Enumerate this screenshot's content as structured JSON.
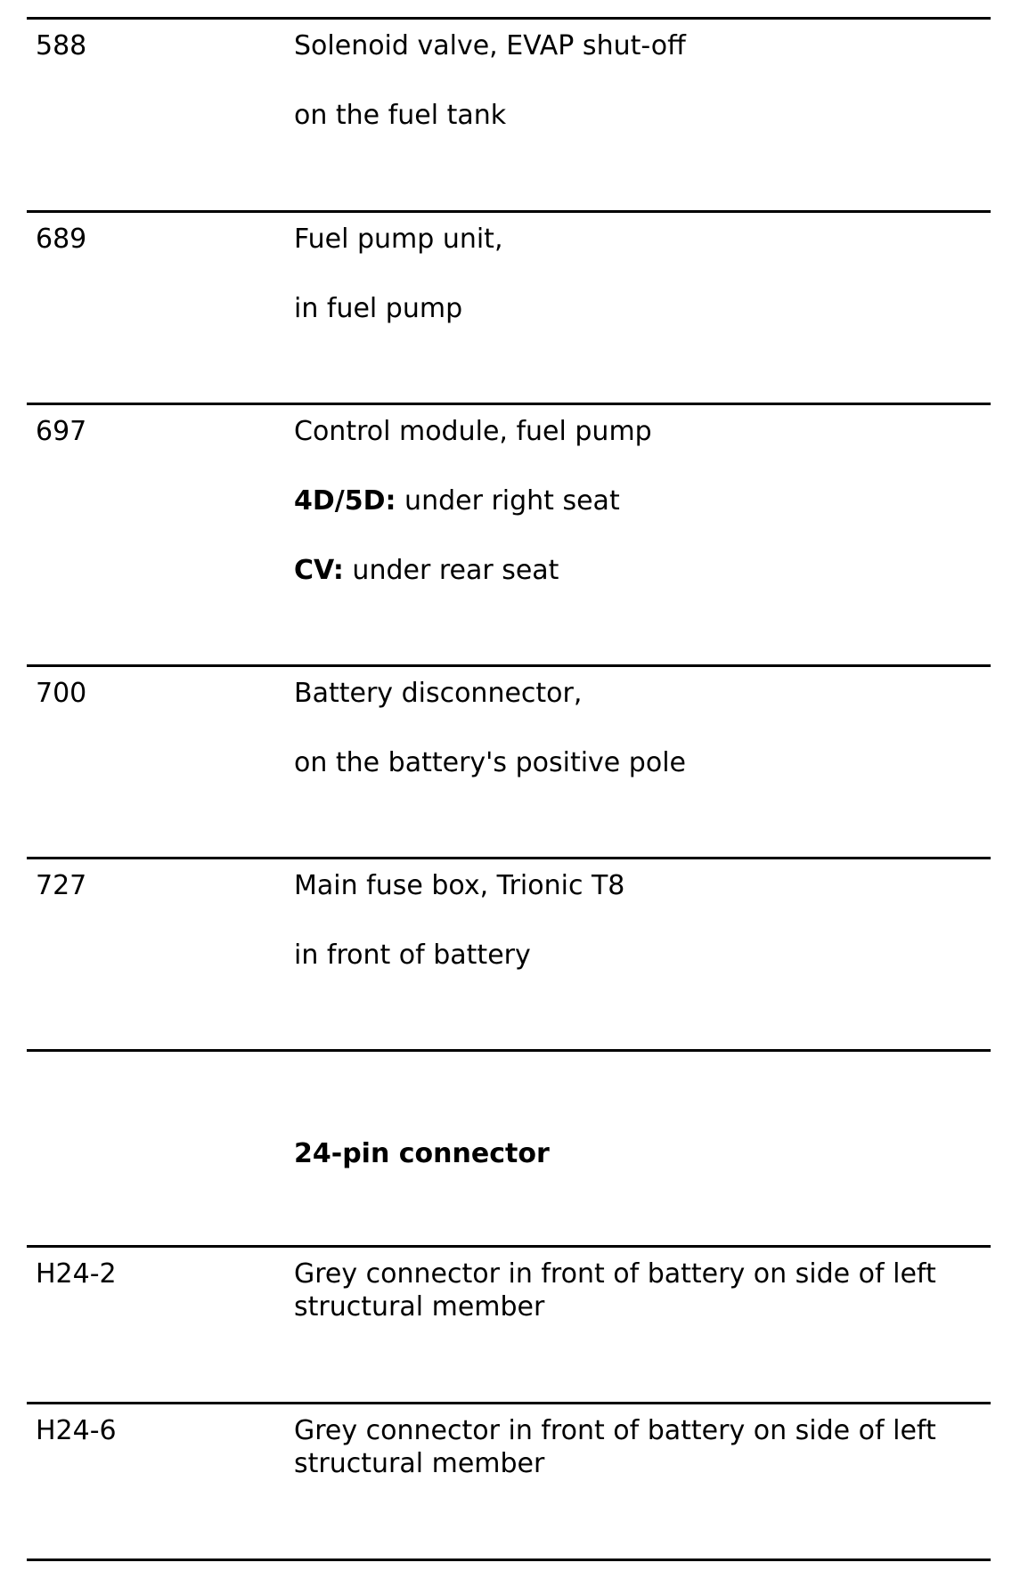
{
  "rows": [
    {
      "code": "588",
      "line1": "Solenoid valve, EVAP shut-off",
      "line2": "on the fuel tank"
    },
    {
      "code": "689",
      "line1": "Fuel pump unit,",
      "line2": "in fuel pump"
    },
    {
      "code": "697",
      "line1": "Control module, fuel pump",
      "line2_label": "4D/5D:",
      "line2_text": " under right seat",
      "line3_label": "CV:",
      "line3_text": " under rear seat"
    },
    {
      "code": "700",
      "line1": "Battery disconnector,",
      "line2": "on the battery's positive pole"
    },
    {
      "code": "727",
      "line1": "Main fuse box, Trionic T8",
      "line2": "in front of battery"
    }
  ],
  "section_heading": "24-pin connector",
  "connectors": [
    {
      "code": "H24-2",
      "desc": "Grey connector in front of battery on side of left structural member"
    },
    {
      "code": "H24-6",
      "desc": "Grey connector in front of battery on side of left structural member"
    }
  ]
}
